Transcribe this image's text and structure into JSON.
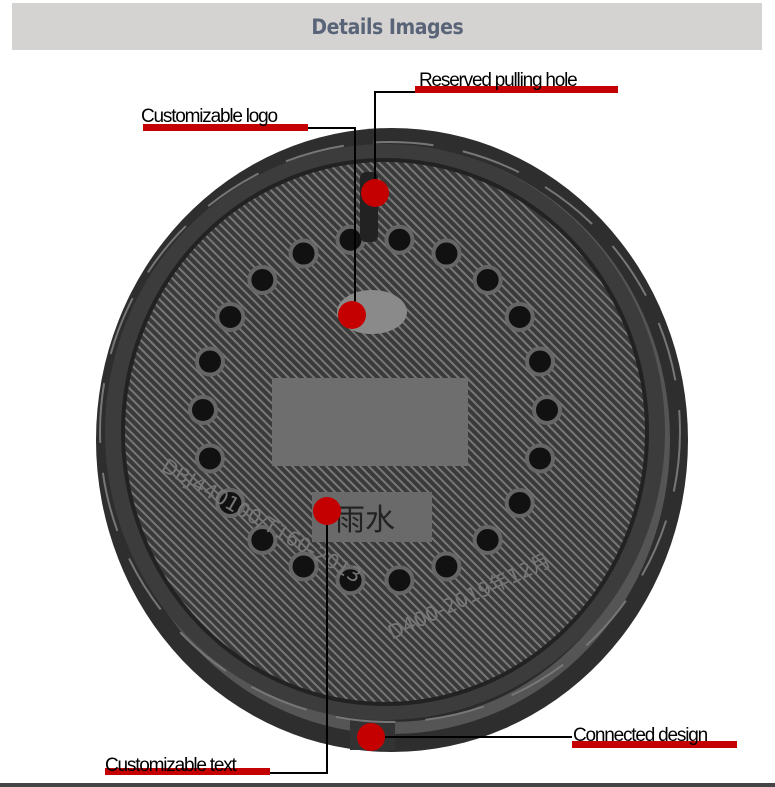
{
  "header": {
    "title": "Details Images"
  },
  "callouts": [
    {
      "label": "Reserved pulling hole"
    },
    {
      "label": "Customizable logo"
    },
    {
      "label": "Customizable text"
    },
    {
      "label": "Connected design"
    }
  ],
  "product": {
    "embossed_left": "DBJ440100/T160-2013",
    "embossed_right": "D400-2019年12月",
    "logo_text": "雨水"
  },
  "colors": {
    "accent": "#c40000",
    "header_bg": "#d4d3d1",
    "title": "#5a6478"
  }
}
